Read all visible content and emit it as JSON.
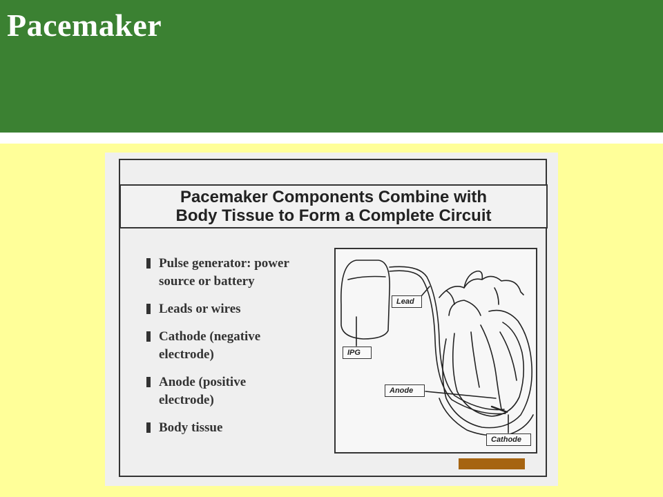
{
  "title": "Pacemaker",
  "slide": {
    "heading_line1": "Pacemaker Components Combine with",
    "heading_line2": "Body Tissue to Form a Complete Circuit",
    "bullets": [
      {
        "line1": "Pulse generator: power",
        "line2": "source or battery"
      },
      {
        "line1": "Leads or wires",
        "line2": ""
      },
      {
        "line1": "Cathode (negative",
        "line2": "electrode)"
      },
      {
        "line1": "Anode (positive",
        "line2": "electrode)"
      },
      {
        "line1": "Body tissue",
        "line2": ""
      }
    ],
    "diagram_labels": {
      "lead": "Lead",
      "ipg": "IPG",
      "anode": "Anode",
      "cathode": "Cathode"
    }
  },
  "colors": {
    "header_green": "#3b8132",
    "background_yellow": "#ffff99",
    "stamp_brown": "#a66411"
  }
}
